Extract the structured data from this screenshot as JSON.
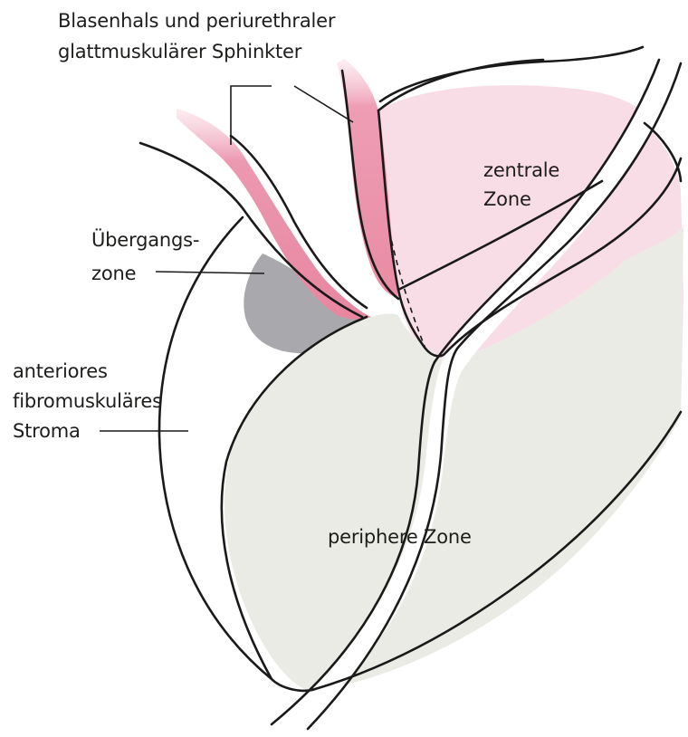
{
  "labels": {
    "sphincter_line1": "Blasenhals und periurethraler",
    "sphincter_line2": "glattmuskulärer Sphinkter",
    "central_line1": "zentrale",
    "central_line2": "Zone",
    "transition_line1": "Übergangs-",
    "transition_line2": "zone",
    "stroma_line1": "anteriores",
    "stroma_line2": "fibromuskuläres",
    "stroma_line3": "Stroma",
    "peripheral": "periphere Zone"
  },
  "colors": {
    "sphincter": "#ec98b1",
    "central_zone": "#f9dde6",
    "transition_zone": "#a9a9ad",
    "peripheral_zone": "#ebebe6",
    "outline": "#1a1a1a",
    "leader_transition": "#3a3d73"
  }
}
